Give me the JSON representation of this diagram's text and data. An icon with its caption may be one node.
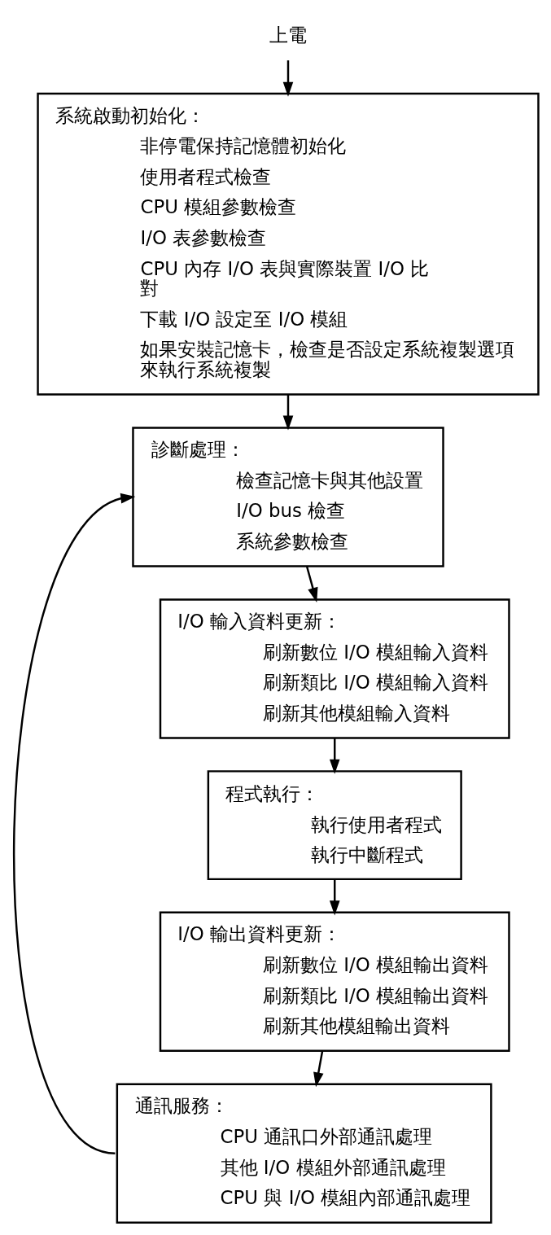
{
  "diagram": {
    "nodes": [
      {
        "text": [
          "上電"
        ]
      },
      {
        "text": [
          "系統啟動初始化：",
          "非停電保持記憶體初始化",
          "使用者程式檢查",
          "CPU 模組參數檢查",
          "I/O 表參數檢查",
          "CPU 內存 I/O 表與實際裝置 I/O 比對",
          "下載 I/O 設定至 I/O 模組",
          "如果安裝記憶卡，檢查是否設定系統複製選項來執行系統複製"
        ]
      },
      {
        "text": [
          "診斷處理：",
          "檢查記憶卡與其他設置",
          "I/O bus 檢查",
          "系統參數檢查"
        ]
      },
      {
        "text": [
          "I/O 輸入資料更新：",
          "刷新數位 I/O 模組輸入資料",
          "刷新類比 I/O 模組輸入資料",
          "刷新其他模組輸入資料"
        ]
      },
      {
        "text": [
          "程式執行：",
          "執行使用者程式",
          "執行中斷程式"
        ]
      },
      {
        "text": [
          "I/O 輸出資料更新：",
          "刷新數位 I/O 模組輸出資料",
          "刷新類比 I/O 模組輸出資料",
          "刷新其他模組輸出資料"
        ]
      },
      {
        "text": [
          "通訊服務：",
          "CPU 通訊口外部通訊處理",
          "其他 I/O 模組外部通訊處理",
          "CPU 與 I/O 模組內部通訊處理"
        ]
      }
    ],
    "edges": [
      {
        "from": 0,
        "to": 1,
        "arrow": "to"
      },
      {
        "from": 1,
        "to": 2,
        "arrow": "to"
      },
      {
        "from": 2,
        "to": 3,
        "arrow": "to"
      },
      {
        "from": 3,
        "to": 4,
        "arrow": "to"
      },
      {
        "from": 4,
        "to": 5,
        "arrow": "to"
      },
      {
        "from": 5,
        "to": 6,
        "arrow": "to"
      },
      {
        "from": 6,
        "to": 2,
        "arrow": "to"
      }
    ]
  }
}
